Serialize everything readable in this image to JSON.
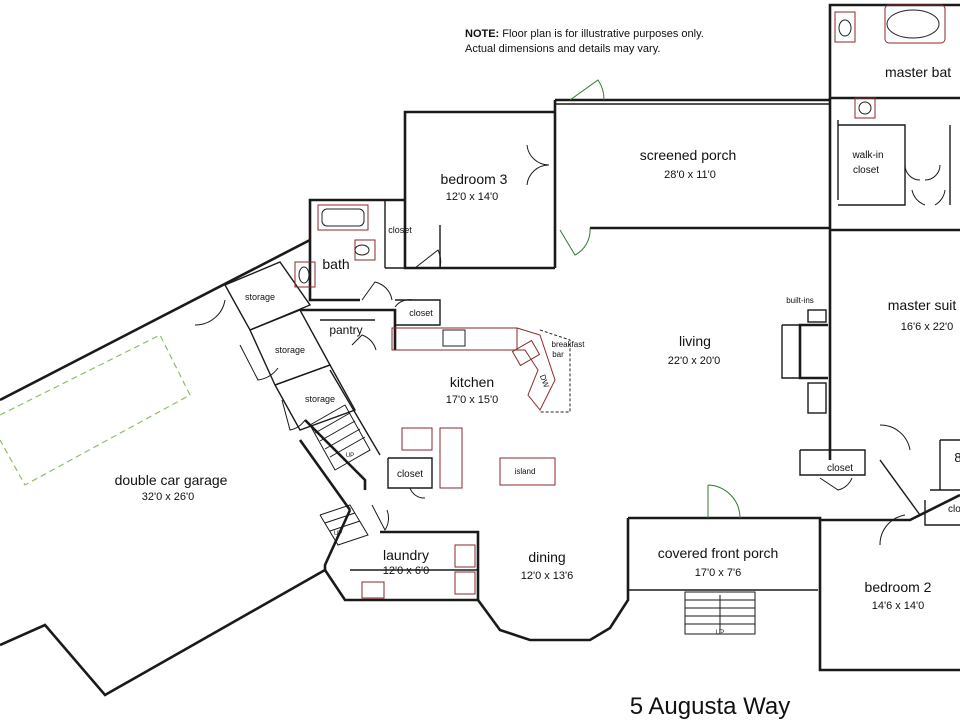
{
  "note": {
    "bold": "NOTE:",
    "line1_rest": " Floor plan is for illustrative purposes only.",
    "line2": "Actual dimensions and details may vary."
  },
  "address": "5 Augusta Way",
  "rooms": {
    "master_bath": {
      "name": "master bat"
    },
    "walk_in_closet": {
      "line1": "walk-in",
      "line2": "closet"
    },
    "bedroom3": {
      "name": "bedroom 3",
      "dim": "12'0 x 14'0"
    },
    "screened_porch": {
      "name": "screened porch",
      "dim": "28'0 x 11'0"
    },
    "bath": {
      "name": "bath"
    },
    "closet_bed3": {
      "name": "closet"
    },
    "closet_hall": {
      "name": "closet"
    },
    "storage1": {
      "name": "storage"
    },
    "storage2": {
      "name": "storage"
    },
    "storage3": {
      "name": "storage"
    },
    "pantry": {
      "name": "pantry"
    },
    "breakfast_bar": {
      "line1": "breakfast",
      "line2": "bar"
    },
    "dw": {
      "name": "DW"
    },
    "built_ins": {
      "name": "built-ins"
    },
    "master_suite": {
      "name": "master suit",
      "dim": "16'6 x 22'0"
    },
    "living": {
      "name": "living",
      "dim": "22'0 x 20'0"
    },
    "kitchen": {
      "name": "kitchen",
      "dim": "17'0 x 15'0"
    },
    "island": {
      "name": "island"
    },
    "closet_kitchen": {
      "name": "closet"
    },
    "closet_living": {
      "name": "closet"
    },
    "closet_bed2": {
      "name": "clos"
    },
    "bedroom_cut": {
      "name": "8"
    },
    "garage": {
      "name": "double car garage",
      "dim": "32'0 x 26'0"
    },
    "laundry": {
      "name": "laundry",
      "dim": "12'0 x 6'0"
    },
    "dining": {
      "name": "dining",
      "dim": "12'0 x 13'6"
    },
    "front_porch": {
      "name": "covered front porch",
      "dim": "17'0 x 7'6"
    },
    "bedroom2": {
      "name": "bedroom 2",
      "dim": "14'6 x 14'0"
    }
  },
  "stair_labels": {
    "up1": "UP",
    "up2": "UP",
    "up3": "UP"
  },
  "colors": {
    "walls": "#1a1a1a",
    "fixtures": "#8a2a2a",
    "doors_exterior": "#2f7a2f",
    "garage_outline": "#8fbf6a"
  }
}
